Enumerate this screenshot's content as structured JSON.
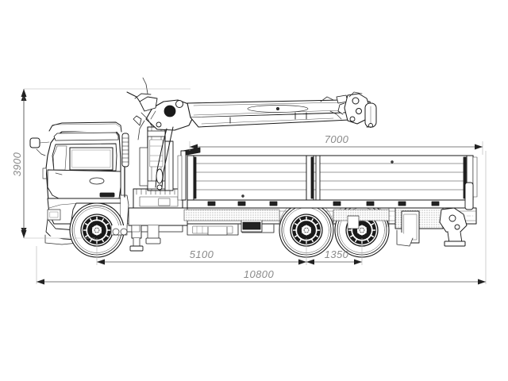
{
  "drawing": {
    "type": "technical-side-view",
    "subject": "flatbed truck with knuckle-boom crane",
    "background_color": "#ffffff",
    "line_color": "#1a1a1a",
    "dimension_color": "#8a8a8a"
  },
  "dimensions": {
    "height": {
      "label": "3900",
      "orientation": "vertical",
      "unit": "mm"
    },
    "bed_length": {
      "label": "7000",
      "orientation": "horizontal",
      "unit": "mm"
    },
    "wheelbase_front": {
      "label": "5100",
      "orientation": "horizontal",
      "unit": "mm"
    },
    "wheelbase_rear": {
      "label": "1350",
      "orientation": "horizontal",
      "unit": "mm"
    },
    "overall_length": {
      "label": "10800",
      "orientation": "horizontal",
      "unit": "mm"
    }
  },
  "chart_data": {
    "type": "table",
    "title": "",
    "categories": [
      "3900",
      "7000",
      "5100",
      "1350",
      "10800"
    ],
    "values": [
      3900,
      7000,
      5100,
      1350,
      10800
    ]
  }
}
